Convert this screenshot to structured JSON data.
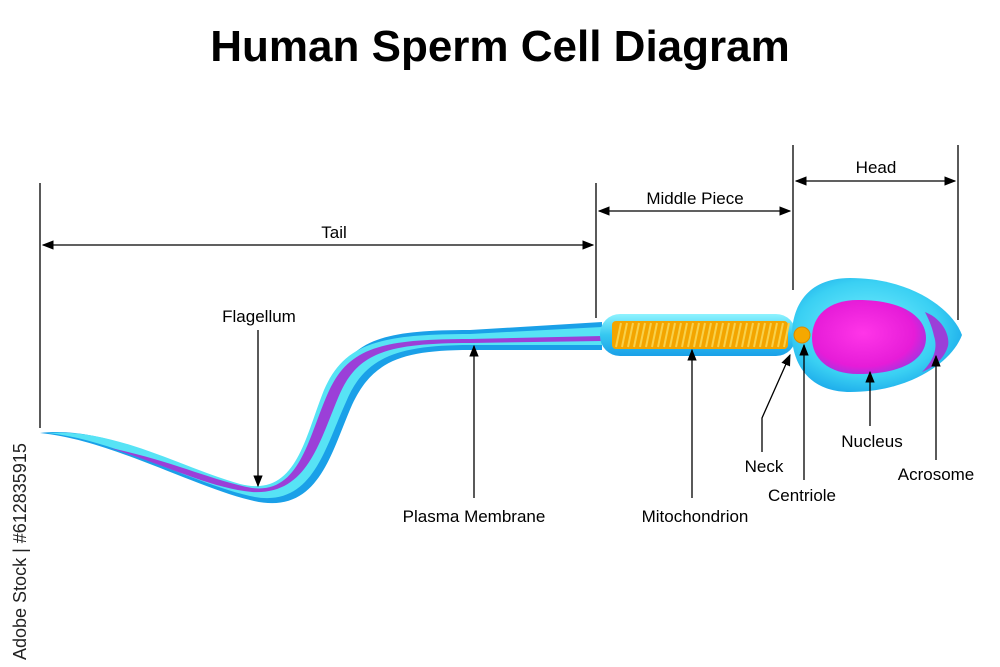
{
  "title": "Human Sperm Cell Diagram",
  "sections": {
    "head": "Head",
    "middle_piece": "Middle Piece",
    "tail": "Tail"
  },
  "labels": {
    "flagellum": "Flagellum",
    "plasma_membrane": "Plasma Membrane",
    "mitochondrion": "Mitochondrion",
    "neck": "Neck",
    "centriole": "Centriole",
    "nucleus": "Nucleus",
    "acrosome": "Acrosome"
  },
  "watermark_id": "Adobe Stock | #612835915",
  "colors": {
    "membrane_outer": "#1aa0e8",
    "membrane_inner": "#57e3f5",
    "core": "#9b3fd8",
    "mitochondria": "#f3a500",
    "nucleus": "#e01fd8",
    "centriole": "#f5a800"
  }
}
